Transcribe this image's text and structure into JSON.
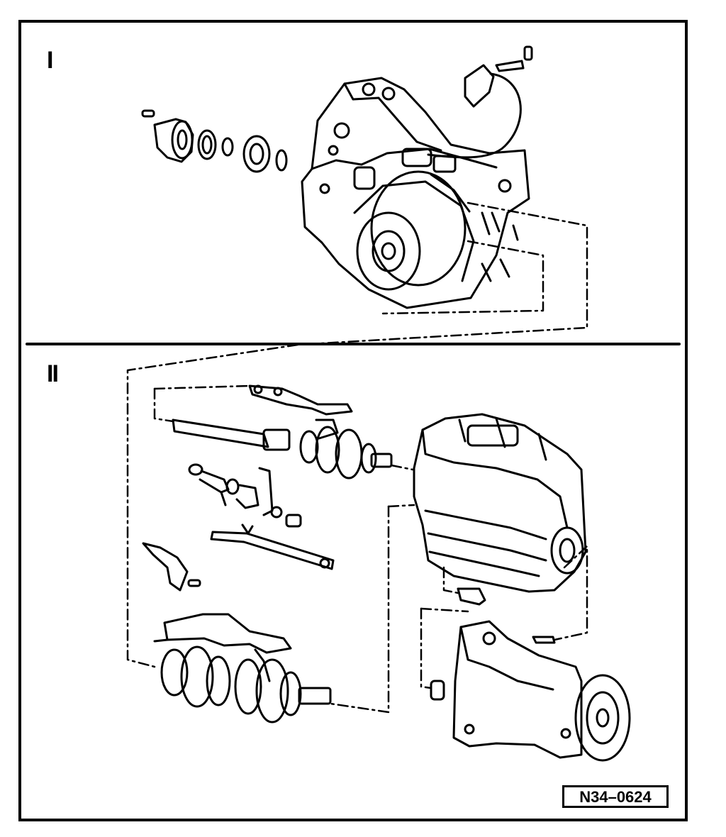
{
  "section_labels": {
    "upper": "I",
    "lower": "II"
  },
  "figure_code": "N34–0624",
  "colors": {
    "line": "#000000",
    "paper": "#ffffff"
  }
}
